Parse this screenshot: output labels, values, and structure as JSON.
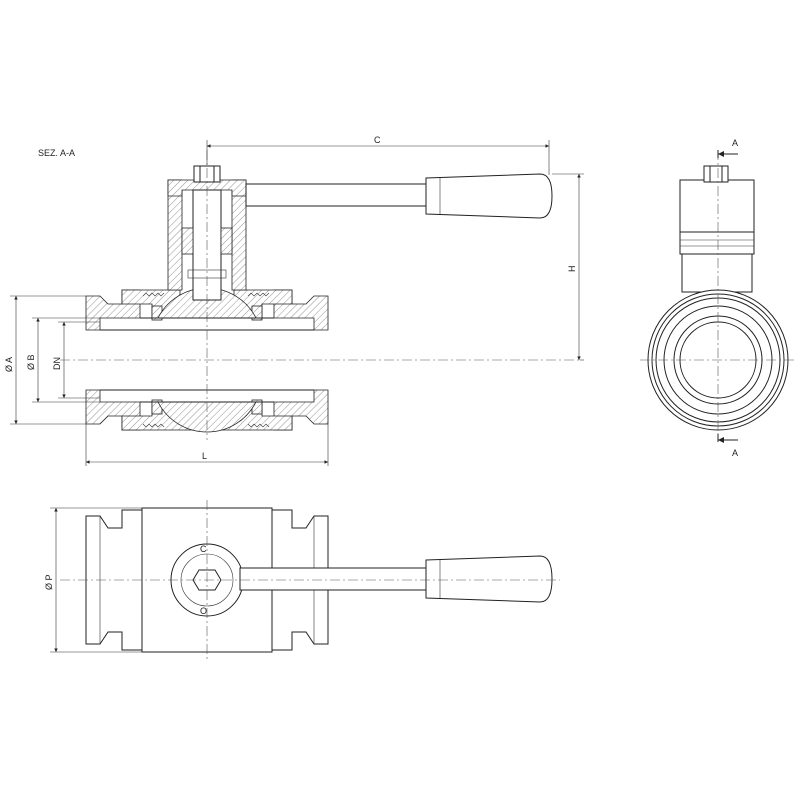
{
  "section_label": "SEZ. A-A",
  "dimensions": {
    "C": "C",
    "H": "H",
    "A": "Ø A",
    "B": "Ø B",
    "DN": "DN",
    "L": "L",
    "P": "Ø P"
  },
  "section_marks": {
    "top": "A",
    "bottom": "A"
  },
  "handle_marks": {
    "closed": "C",
    "open": "O"
  }
}
